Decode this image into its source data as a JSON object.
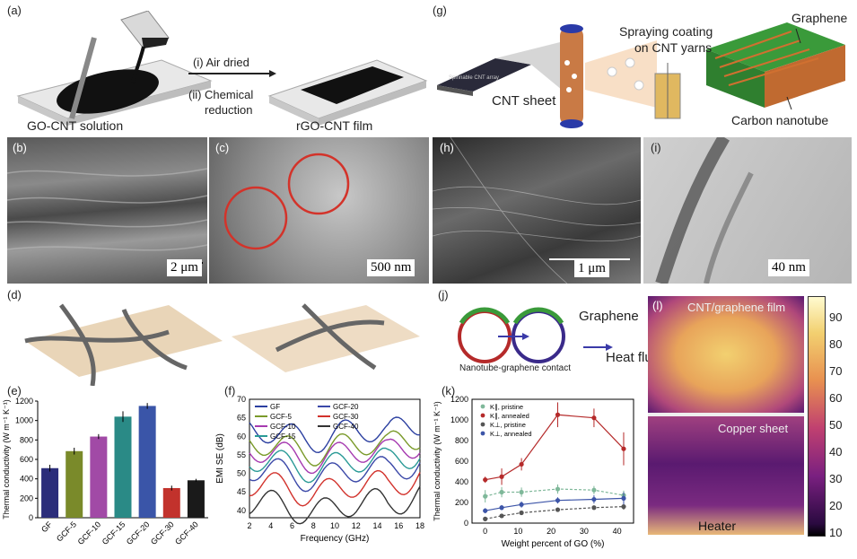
{
  "labels": {
    "a": "(a)",
    "b": "(b)",
    "c": "(c)",
    "d": "(d)",
    "e": "(e)",
    "f": "(f)",
    "g": "(g)",
    "h": "(h)",
    "i": "(i)",
    "j": "(j)",
    "k": "(k)",
    "l": "(l)"
  },
  "panel_a": {
    "step1": "(i) Air dried",
    "step2": "(ii) Chemical",
    "step2b": "reduction",
    "left_caption": "GO-CNT solution",
    "right_caption": "rGO-CNT film"
  },
  "panel_g": {
    "coating": "Spraying coating",
    "coating2": "on CNT yarns",
    "graphene": "Graphene",
    "cnt_sheet": "CNT sheet",
    "carbon_nanotube": "Carbon nanotube",
    "array_label": "Spinnable CNT array",
    "sheet_label": "CNT sheet"
  },
  "scalebars": {
    "b": "2 μm",
    "c": "500 nm",
    "h": "1 μm",
    "i": "40 nm"
  },
  "panel_j": {
    "graphene": "Graphene",
    "heat": "Heat flux",
    "contact": "Nanotube-graphene contact"
  },
  "panel_l": {
    "top": "CNT/graphene film",
    "bottom": "Copper sheet",
    "heater": "Heater",
    "ticks": [
      "90",
      "80",
      "70",
      "60",
      "50",
      "40",
      "30",
      "20",
      "10"
    ]
  },
  "chart_data": [
    {
      "id": "e",
      "type": "bar",
      "ylabel": "Thermal conductivity (W m⁻¹ K⁻¹)",
      "categories": [
        "GF",
        "GCF-5",
        "GCF-10",
        "GCF-15",
        "GCF-20",
        "GCF-30",
        "GCF-40"
      ],
      "values": [
        510,
        685,
        835,
        1040,
        1150,
        305,
        385
      ],
      "errors": [
        35,
        35,
        25,
        55,
        30,
        25,
        15
      ],
      "colors": [
        "#2b2d7a",
        "#7a8a2a",
        "#a14aa6",
        "#2a8a86",
        "#3a55a8",
        "#c2322c",
        "#1a1a1a"
      ],
      "ylim": [
        0,
        1200
      ],
      "yticks": [
        0,
        200,
        400,
        600,
        800,
        1000,
        1200
      ]
    },
    {
      "id": "f",
      "type": "line",
      "xlabel": "Frequency (GHz)",
      "ylabel": "EMI SE (dB)",
      "xlim": [
        2,
        18
      ],
      "ylim": [
        38,
        70
      ],
      "xticks": [
        2,
        4,
        6,
        8,
        10,
        12,
        14,
        16,
        18
      ],
      "yticks": [
        40,
        45,
        50,
        55,
        60,
        65,
        70
      ],
      "series": [
        {
          "name": "GF",
          "color": "#2b3fa0",
          "base": 60.5
        },
        {
          "name": "GCF-5",
          "color": "#7a9a2a",
          "base": 57
        },
        {
          "name": "GCF-10",
          "color": "#a63ab0",
          "base": 55
        },
        {
          "name": "GCF-15",
          "color": "#2a9a96",
          "base": 52.5
        },
        {
          "name": "GCF-20",
          "color": "#3b48a8",
          "base": 50
        },
        {
          "name": "GCF-30",
          "color": "#d2322c",
          "base": 46
        },
        {
          "name": "GCF-40",
          "color": "#333333",
          "base": 41
        }
      ]
    },
    {
      "id": "k",
      "type": "scatter",
      "xlabel": "Weight percent of GO (%)",
      "ylabel": "Thermal conductivity (W m⁻¹ K⁻¹)",
      "xlim": [
        -4,
        45
      ],
      "ylim": [
        0,
        1200
      ],
      "xticks": [
        0,
        10,
        20,
        30,
        40
      ],
      "yticks": [
        0,
        200,
        400,
        600,
        800,
        1000,
        1200
      ],
      "series": [
        {
          "name": "K∥, pristine",
          "color": "#7fb89a",
          "x": [
            0,
            5,
            11,
            22,
            33,
            42
          ],
          "y": [
            260,
            300,
            300,
            330,
            320,
            270
          ],
          "err": [
            60,
            50,
            45,
            45,
            40,
            45
          ]
        },
        {
          "name": "K∥, annealed",
          "color": "#b52a2a",
          "x": [
            0,
            5,
            11,
            22,
            33,
            42
          ],
          "y": [
            420,
            450,
            570,
            1050,
            1020,
            720
          ],
          "err": [
            30,
            80,
            60,
            120,
            90,
            160
          ]
        },
        {
          "name": "K⊥, pristine",
          "color": "#555555",
          "x": [
            0,
            5,
            11,
            22,
            33,
            42
          ],
          "y": [
            40,
            70,
            100,
            130,
            150,
            160
          ],
          "err": [
            15,
            15,
            20,
            20,
            20,
            30
          ]
        },
        {
          "name": "K⊥, annealed",
          "color": "#3d55a8",
          "x": [
            0,
            5,
            11,
            22,
            33,
            42
          ],
          "y": [
            120,
            150,
            180,
            220,
            230,
            240
          ],
          "err": [
            25,
            25,
            30,
            30,
            40,
            60
          ]
        }
      ]
    }
  ]
}
